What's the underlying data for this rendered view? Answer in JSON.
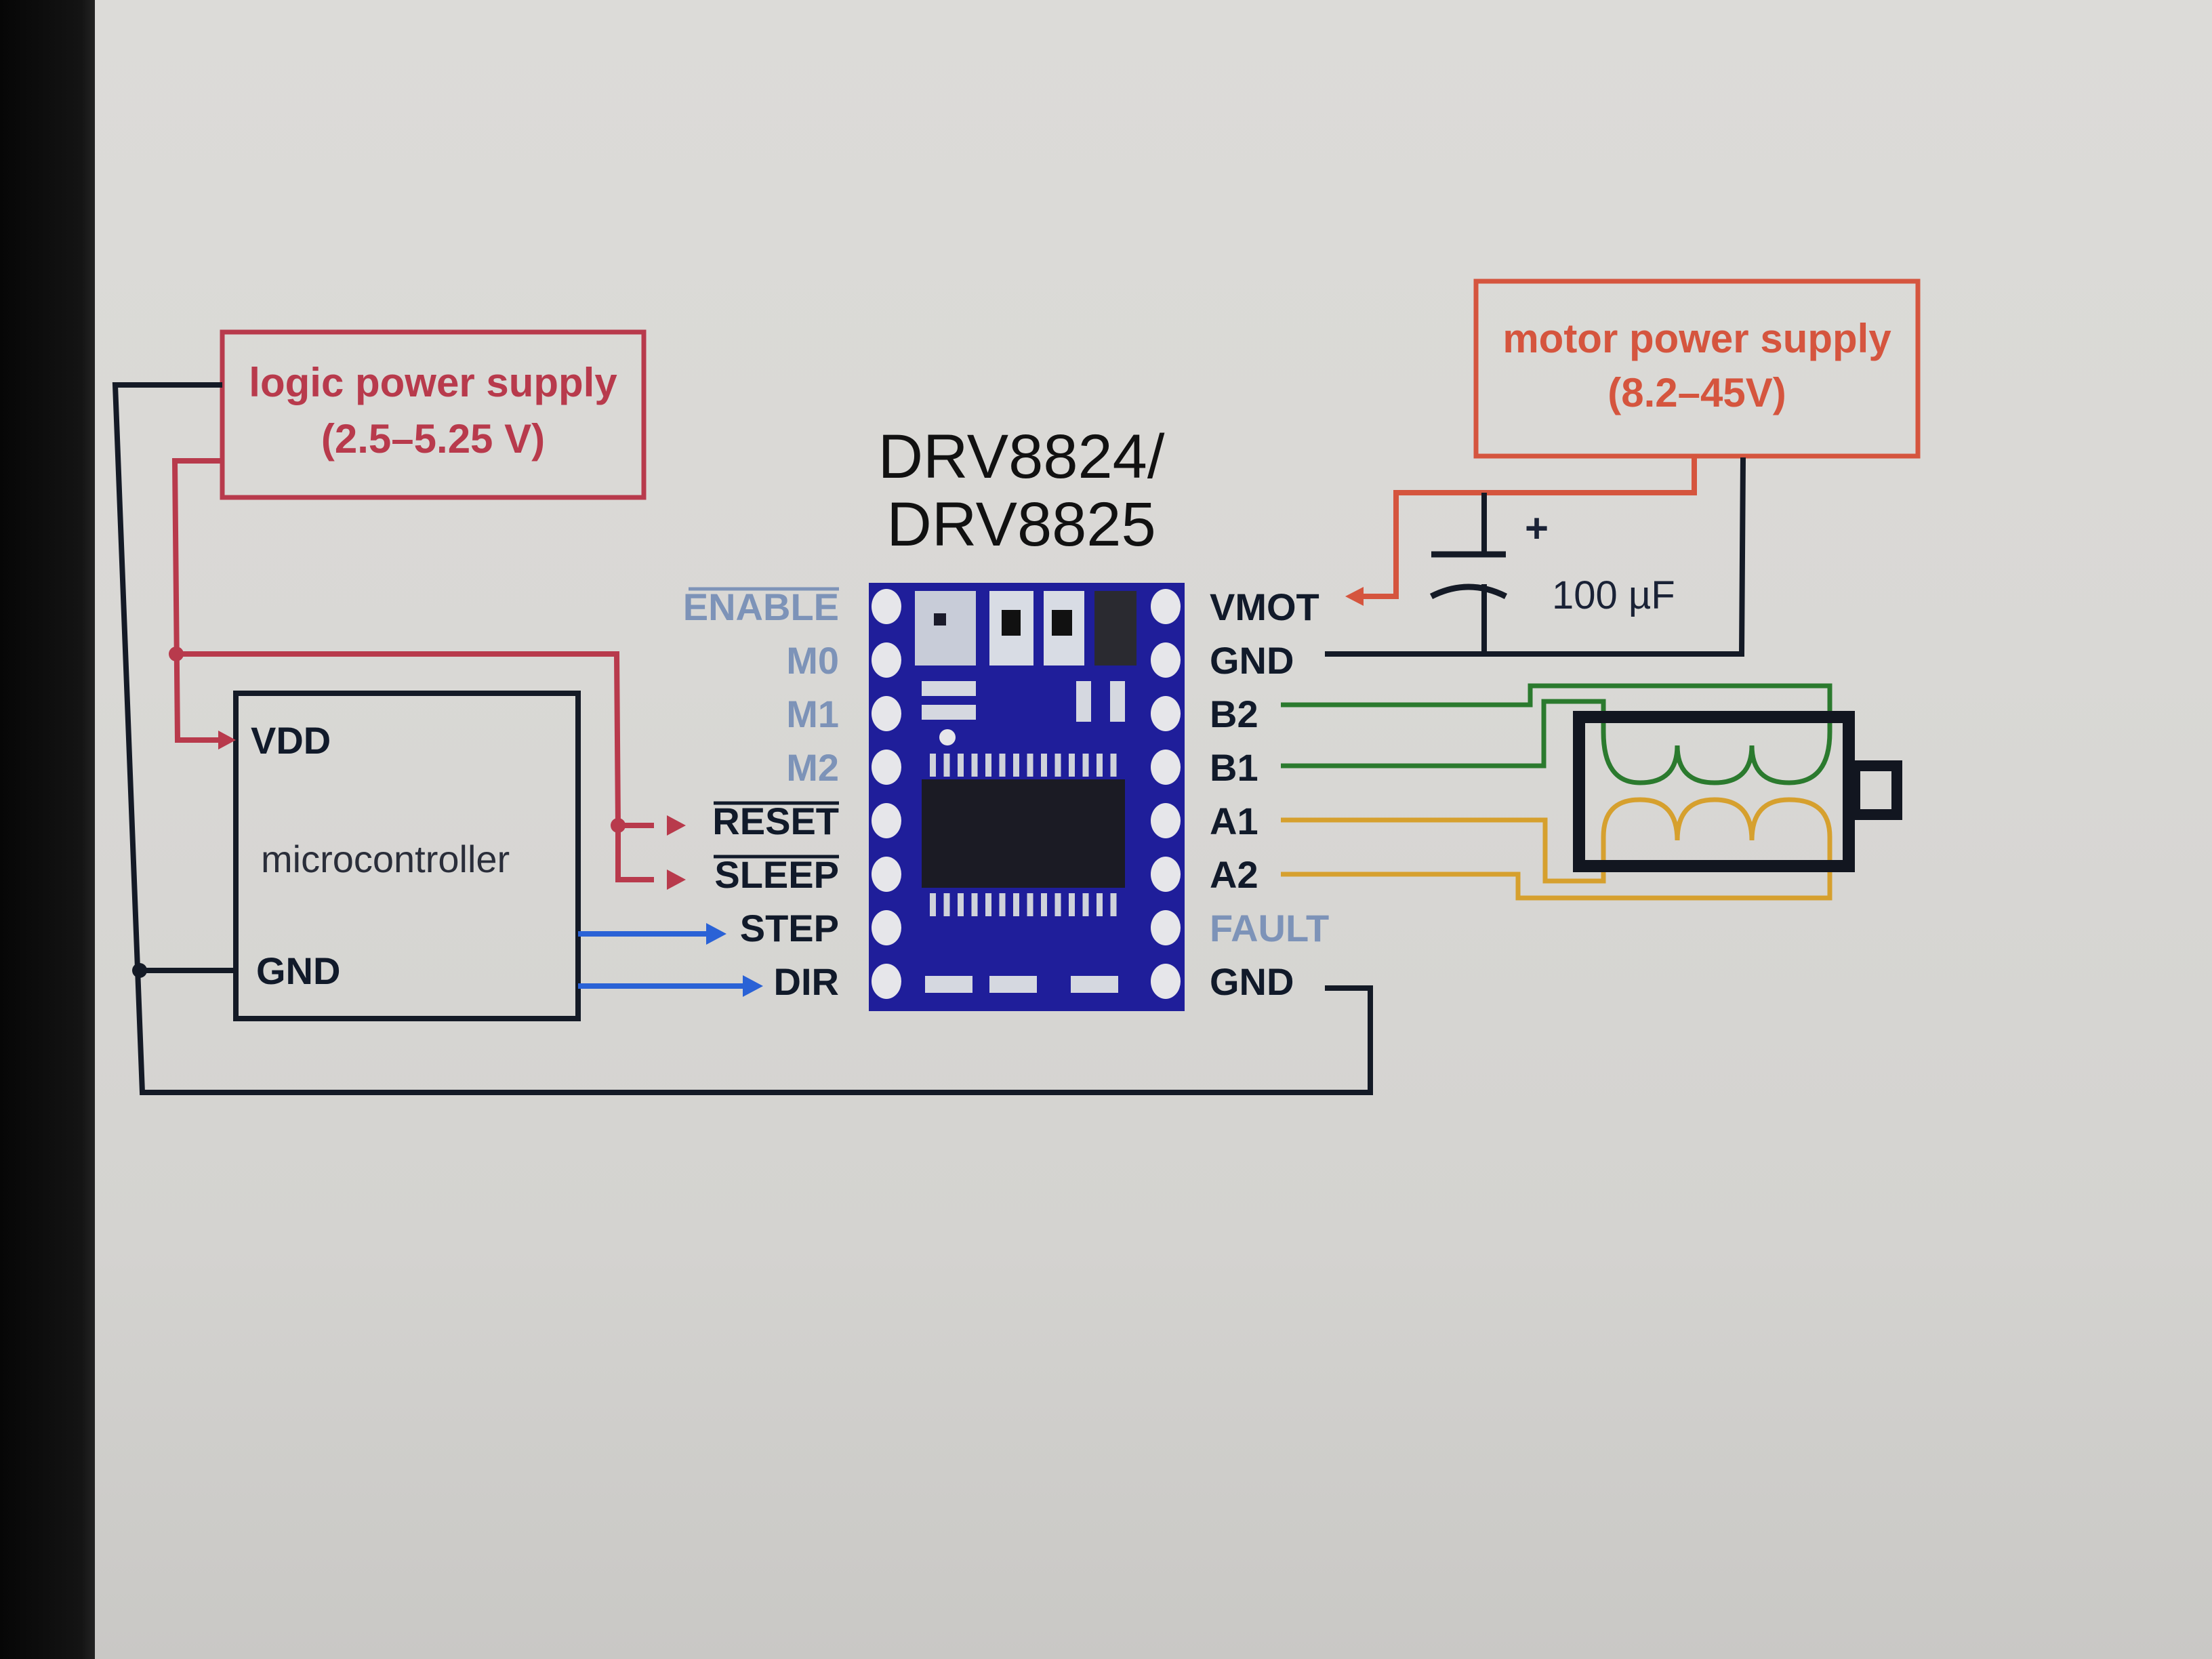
{
  "diagram": {
    "title_line1": "DRV8824/",
    "title_line2": "DRV8825",
    "logic_supply": {
      "label": "logic power supply",
      "range": "(2.5–5.25 V)",
      "color": "#b83a4c"
    },
    "motor_supply": {
      "label": "motor power supply",
      "range": "(8.2–45V)",
      "color": "#d5553e"
    },
    "microcontroller": {
      "label": "microcontroller",
      "pin_vdd": "VDD",
      "pin_gnd": "GND"
    },
    "capacitor": {
      "value": "100 µF",
      "polarity": "+"
    },
    "driver_left_pins": [
      {
        "label": "ENABLE",
        "connected": false,
        "overline": true
      },
      {
        "label": "M0",
        "connected": false,
        "overline": false
      },
      {
        "label": "M1",
        "connected": false,
        "overline": false
      },
      {
        "label": "M2",
        "connected": false,
        "overline": false
      },
      {
        "label": "RESET",
        "connected": true,
        "overline": true
      },
      {
        "label": "SLEEP",
        "connected": true,
        "overline": true
      },
      {
        "label": "STEP",
        "connected": true,
        "overline": false
      },
      {
        "label": "DIR",
        "connected": true,
        "overline": false
      }
    ],
    "driver_right_pins": [
      {
        "label": "VMOT",
        "connected": true
      },
      {
        "label": "GND",
        "connected": true
      },
      {
        "label": "B2",
        "connected": true
      },
      {
        "label": "B1",
        "connected": true
      },
      {
        "label": "A1",
        "connected": true
      },
      {
        "label": "A2",
        "connected": true
      },
      {
        "label": "FAULT",
        "connected": false
      },
      {
        "label": "GND",
        "connected": true
      }
    ],
    "wire_colors": {
      "logic_power": "#b83a4c",
      "motor_power": "#d5553e",
      "ground": "#141a26",
      "signal": "#2a62d6",
      "coil_b": "#2b7a2e",
      "coil_a": "#d6a02e"
    },
    "board_color": "#1f1e9a",
    "icons": {
      "driver_board": "stepper-driver-board-icon",
      "stepper_motor": "stepper-motor-icon",
      "capacitor": "electrolytic-capacitor-icon"
    }
  }
}
